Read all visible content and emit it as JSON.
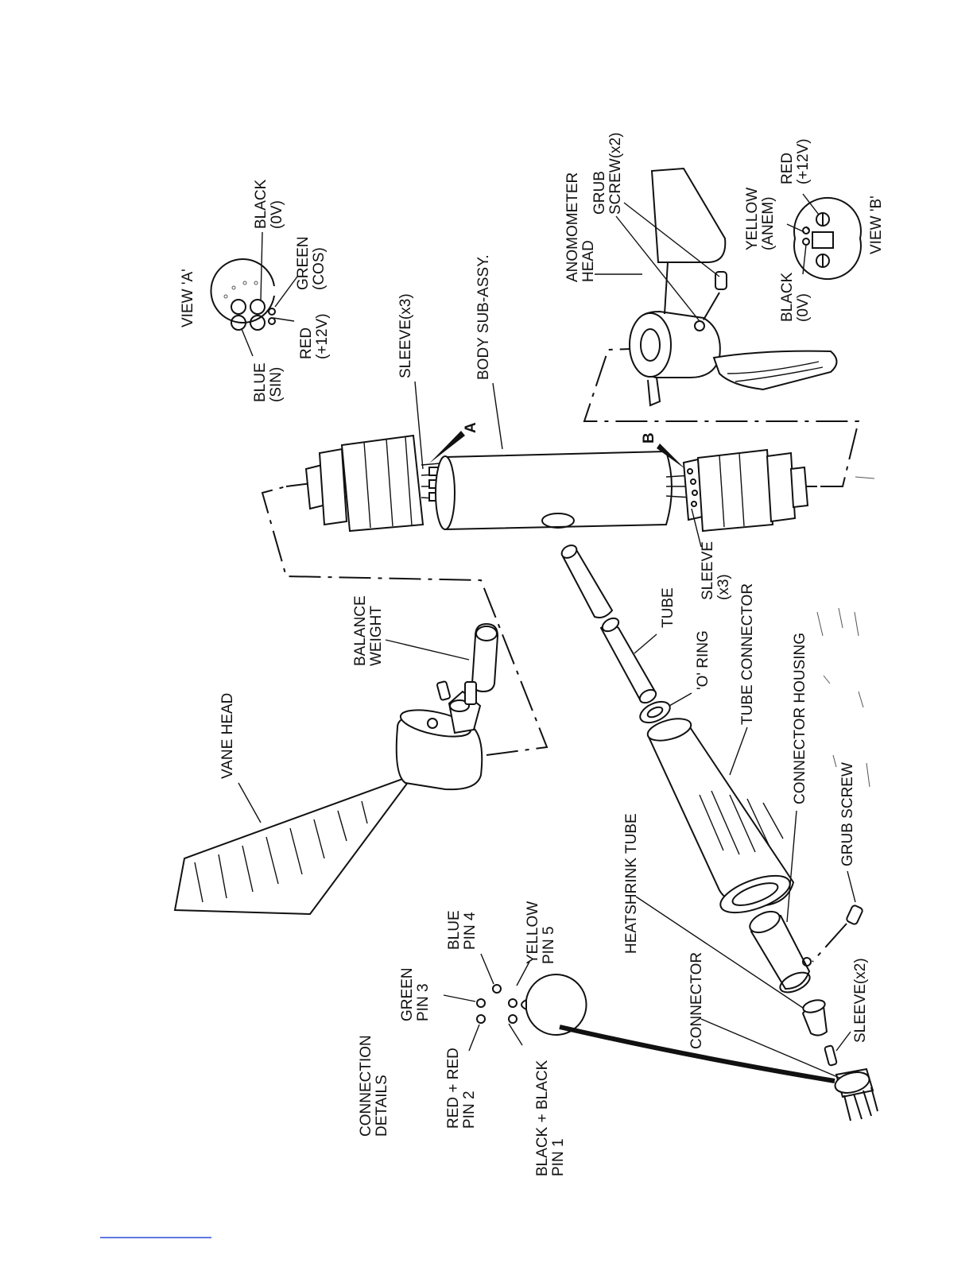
{
  "labels": {
    "connection_details": [
      "CONNECTION",
      "DETAILS"
    ],
    "pin1": [
      "BLACK + BLACK",
      "PIN 1"
    ],
    "pin2": [
      "RED + RED",
      "PIN 2"
    ],
    "pin3": [
      "GREEN",
      "PIN 3"
    ],
    "pin4": [
      "BLUE",
      "PIN 4"
    ],
    "pin5": [
      "YELLOW",
      "PIN 5"
    ],
    "vane_head": "VANE HEAD",
    "balance_weight": [
      "BALANCE",
      "WEIGHT"
    ],
    "heatshrink_tube": "HEATSHRINK TUBE",
    "connector": "CONNECTOR",
    "sleeve_x2": "SLEEVE(x2)",
    "grub_screw": "GRUB SCREW",
    "connector_housing": "CONNECTOR HOUSING",
    "tube_connector": "TUBE CONNECTOR",
    "o_ring": "'O' RING",
    "tube": "TUBE",
    "sleeve_x3_lower": [
      "SLEEVE",
      "(x3)"
    ],
    "sleeve_x3_upper": "SLEEVE(x3)",
    "body_sub_assy": "BODY SUB-ASSY.",
    "marker_a": "A",
    "marker_b": "B",
    "view_a": "VIEW 'A'",
    "view_a_blue": [
      "BLUE",
      "(SIN)"
    ],
    "view_a_red": [
      "RED",
      "(+12V)"
    ],
    "view_a_green": [
      "GREEN",
      "(COS)"
    ],
    "view_a_black": [
      "BLACK",
      "(0V)"
    ],
    "anemometer_head": [
      "ANOMOMETER",
      "HEAD"
    ],
    "grub_screw_x2": [
      "GRUB",
      "SCREW(x2)"
    ],
    "view_b": "VIEW 'B'",
    "view_b_black": [
      "BLACK",
      "(0V)"
    ],
    "view_b_yellow": [
      "YELLOW",
      "(ANEM)"
    ],
    "view_b_red": [
      "RED",
      "(+12V)"
    ]
  },
  "colors": {
    "ink": "#111111",
    "background": "#ffffff",
    "footnote_rule": "#2b4bd8"
  }
}
